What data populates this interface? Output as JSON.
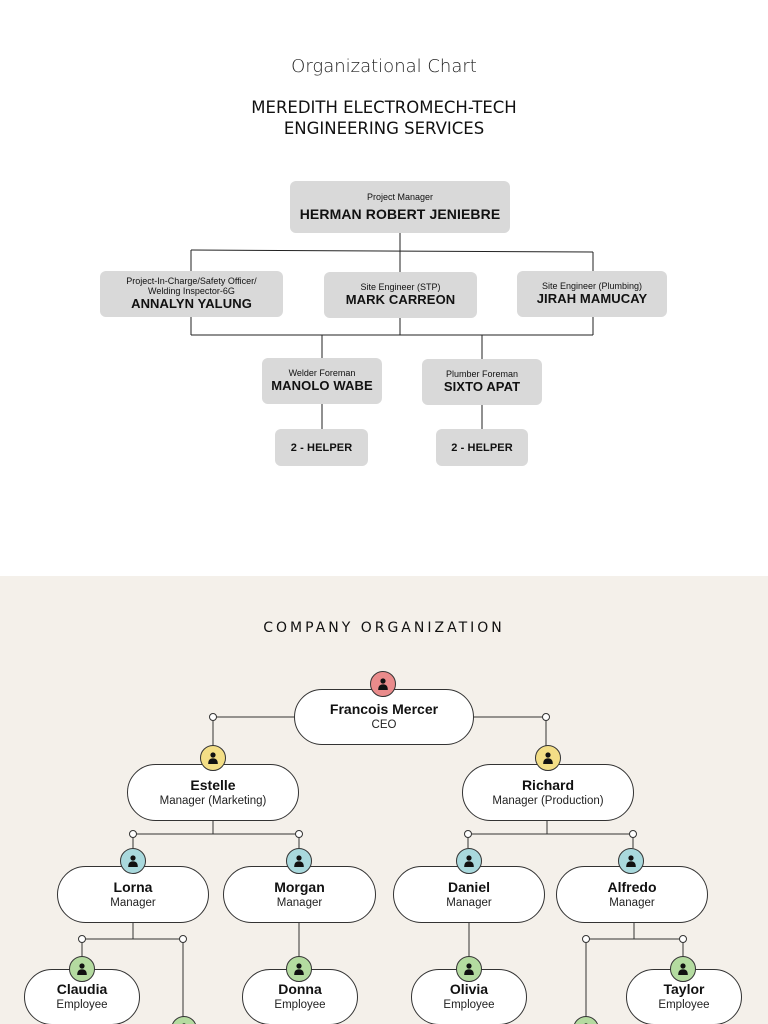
{
  "org_chart_1": {
    "heading": "Organizational Chart",
    "company_line1": "MEREDITH ELECTROMECH-TECH",
    "company_line2": "ENGINEERING SERVICES",
    "project_manager": {
      "role": "Project Manager",
      "name": "HERMAN ROBERT JENIEBRE"
    },
    "pic": {
      "role_line1": "Project-In-Charge/Safety Officer/",
      "role_line2": "Welding Inspector-6G",
      "name": "ANNALYN YALUNG"
    },
    "site_engineer_stp": {
      "role": "Site Engineer (STP)",
      "name": "MARK CARREON"
    },
    "site_engineer_plumbing": {
      "role": "Site Engineer (Plumbing)",
      "name": "JIRAH MAMUCAY"
    },
    "welder_foreman": {
      "role": "Welder Foreman",
      "name": "MANOLO WABE"
    },
    "plumber_foreman": {
      "role": "Plumber Foreman",
      "name": "SIXTO APAT"
    },
    "helper_left": {
      "name": "2 - HELPER"
    },
    "helper_right": {
      "name": "2 - HELPER"
    }
  },
  "org_chart_2": {
    "title": "COMPANY ORGANIZATION",
    "colors": {
      "red": "#e98b8b",
      "yellow": "#f3de86",
      "teal": "#a9d9dd",
      "green": "#b4dba0"
    },
    "ceo": {
      "name": "Francois Mercer",
      "role": "CEO"
    },
    "estelle": {
      "name": "Estelle",
      "role": "Manager (Marketing)"
    },
    "richard": {
      "name": "Richard",
      "role": "Manager (Production)"
    },
    "lorna": {
      "name": "Lorna",
      "role": "Manager"
    },
    "morgan": {
      "name": "Morgan",
      "role": "Manager"
    },
    "daniel": {
      "name": "Daniel",
      "role": "Manager"
    },
    "alfredo": {
      "name": "Alfredo",
      "role": "Manager"
    },
    "claudia": {
      "name": "Claudia",
      "role": "Employee"
    },
    "donna": {
      "name": "Donna",
      "role": "Employee"
    },
    "olivia": {
      "name": "Olivia",
      "role": "Employee"
    },
    "taylor": {
      "name": "Taylor",
      "role": "Employee"
    }
  }
}
